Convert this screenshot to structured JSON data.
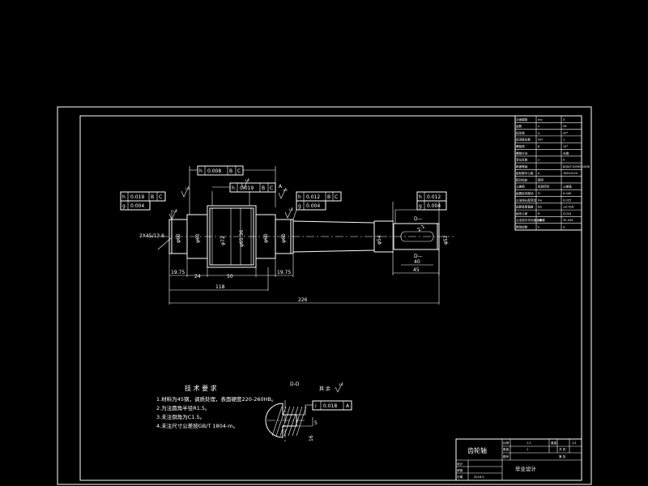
{
  "tolerances": {
    "left_top": {
      "symbol": "h",
      "value": "0.019",
      "refs": [
        "B",
        "C"
      ]
    },
    "left_bottom": {
      "symbol": "g",
      "value": "0.004"
    },
    "mid_outer": {
      "symbol": "h",
      "value": "0.008",
      "refs": [
        "B",
        "C"
      ]
    },
    "mid_inner": {
      "symbol": "h",
      "value": "0.019",
      "refs": [
        "B",
        "C"
      ]
    },
    "right_top": {
      "symbol": "h",
      "value": "0.012",
      "refs": [
        "B",
        "C"
      ]
    },
    "right_bottom": {
      "symbol": "g",
      "value": "0.004"
    },
    "far_top": {
      "symbol": "h",
      "value": "0.012"
    },
    "far_bottom": {
      "symbol": "g",
      "value": "0.004"
    },
    "section_tol": {
      "symbol": "i",
      "value": "0.018",
      "ref": "A"
    }
  },
  "dimensions": {
    "d1": "19.75",
    "d2": "24",
    "d3": "50",
    "d4": "19.75",
    "overall_left": "118",
    "overall": "226",
    "key_len": "40",
    "end_len": "45",
    "chamfer": "2X45/13.6",
    "dia_left": "φ60",
    "dia_mid1": "φ72",
    "dia_mid2": "φ65.36",
    "dia_right": "φ60",
    "dia_shaft": "φ54",
    "dia_end": "φ52",
    "datum_a": "A",
    "section_depth": "5",
    "section_width": "16",
    "section_letter": "D",
    "cut_label": "D—",
    "key_label": "2:1",
    "rough": "1.6",
    "rough_sec": "3.2"
  },
  "tech": {
    "title": "技 术 要 求",
    "items": [
      "1.材料为45钢，调质处理，表面硬度220-260HB。",
      "2.为注圆角半径R1.5。",
      "3.未注倒角为C1.5。",
      "4.未注尺寸公差按GB/T 1804-m。"
    ]
  },
  "section": {
    "title": "D-D",
    "annotation": "其 余"
  },
  "params": {
    "rows": [
      [
        "法面模数",
        "mn",
        "3"
      ],
      [
        "齿数",
        "z",
        "26"
      ],
      [
        "齿形角",
        "α",
        "20°"
      ],
      [
        "齿顶高系数",
        "ha*",
        "1"
      ],
      [
        "螺旋角",
        "β",
        "14°"
      ],
      [
        "螺旋方向",
        "",
        "右旋"
      ],
      [
        "变位系数",
        "x",
        "0"
      ],
      [
        "精度等级",
        "",
        "8GB/T10095-2008"
      ],
      [
        "齿轮副中心距",
        "a",
        "160±0.04"
      ],
      [
        "配对齿轮",
        "图号",
        ""
      ],
      [
        "公差组",
        "检验项目",
        "公差值"
      ],
      [
        "齿圈径向跳动",
        "Fr",
        "0.040"
      ],
      [
        "公法线长度变动",
        "Fw",
        "0.025"
      ],
      [
        "齿距极限偏差",
        "fpt",
        "±0.016"
      ],
      [
        "齿形公差",
        "ff",
        "0.014"
      ],
      [
        "公法线平均长度及偏差",
        "Wk",
        "35.454"
      ],
      [
        "跨测齿数",
        "k",
        "3"
      ]
    ]
  },
  "title_block": {
    "part_name": "齿轮轴",
    "ratio_label": "比例",
    "ratio": "1:1",
    "qty_label": "数量",
    "qty": "1",
    "sheet_label": "图号",
    "sheet": "1/1",
    "weight_label": "重量",
    "material": "45",
    "designer_label": "设计",
    "checker_label": "审核",
    "date_label": "日期",
    "designer": "",
    "checker": "",
    "date": "2016.5",
    "school": "毕业设计",
    "extra1": "共 张",
    "extra2": "第 张"
  }
}
